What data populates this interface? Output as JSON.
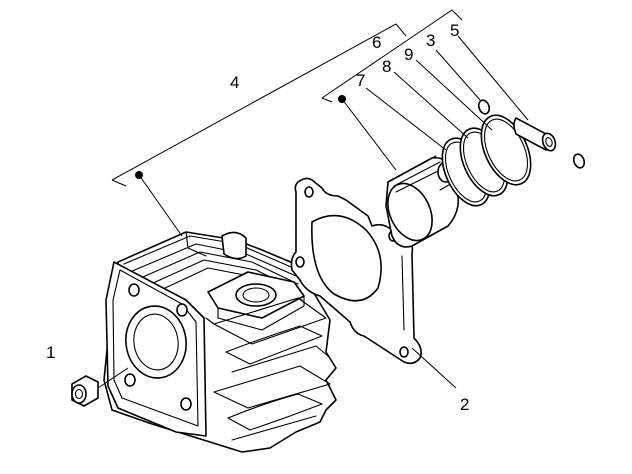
{
  "callouts": [
    {
      "id": "1",
      "text": "1",
      "part": "plug"
    },
    {
      "id": "2",
      "text": "2",
      "part": "gasket"
    },
    {
      "id": "3",
      "text": "3",
      "part": "circlip"
    },
    {
      "id": "4",
      "text": "4",
      "part": "cylinder-assembly"
    },
    {
      "id": "5",
      "text": "5",
      "part": "piston-pin"
    },
    {
      "id": "6",
      "text": "6",
      "part": "ring-set"
    },
    {
      "id": "7",
      "text": "7",
      "part": "piston"
    },
    {
      "id": "8",
      "text": "8",
      "part": "piston-ring"
    },
    {
      "id": "9",
      "text": "9",
      "part": "piston-ring"
    }
  ]
}
